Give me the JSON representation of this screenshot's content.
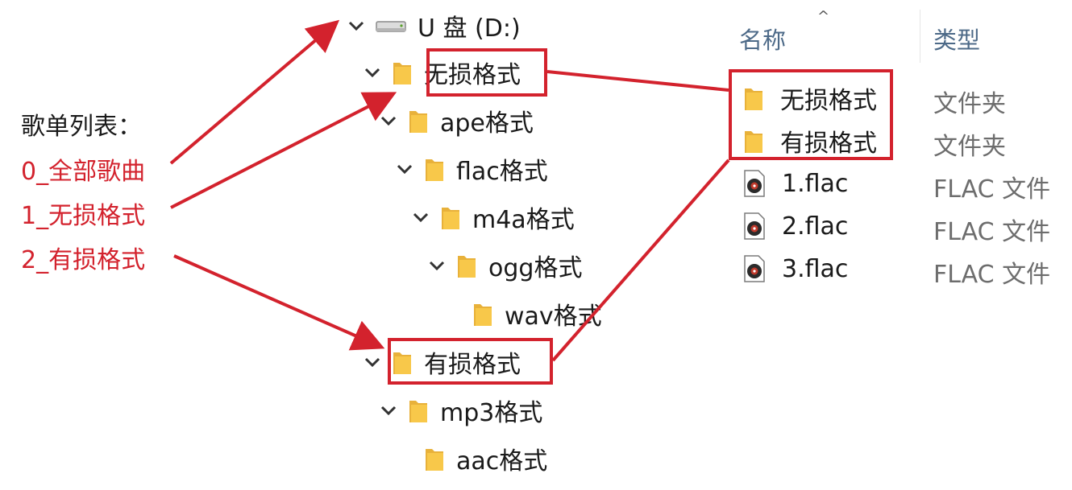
{
  "legend": {
    "title": "歌单列表：",
    "items": [
      "0_全部歌曲",
      "1_无损格式",
      "2_有损格式"
    ]
  },
  "tree": {
    "drive": "U 盘 (D:)",
    "lossless": "无损格式",
    "ape": "ape格式",
    "flac": "flac格式",
    "m4a": "m4a格式",
    "ogg": "ogg格式",
    "wav": "wav格式",
    "lossy": "有损格式",
    "mp3": "mp3格式",
    "aac": "aac格式"
  },
  "files": {
    "headers": {
      "name": "名称",
      "type": "类型",
      "sort_indicator": "^"
    },
    "rows": [
      {
        "name": "无损格式",
        "type": "文件夹",
        "icon": "folder-icon"
      },
      {
        "name": "有损格式",
        "type": "文件夹",
        "icon": "folder-icon"
      },
      {
        "name": "1.flac",
        "type": "FLAC 文件",
        "icon": "audio-file-icon"
      },
      {
        "name": "2.flac",
        "type": "FLAC 文件",
        "icon": "audio-file-icon"
      },
      {
        "name": "3.flac",
        "type": "FLAC 文件",
        "icon": "audio-file-icon"
      }
    ]
  },
  "colors": {
    "annotation": "#d3222d",
    "folder": "#f8c84a",
    "header_text": "#4d6a88",
    "type_text": "#6d6d6d"
  }
}
